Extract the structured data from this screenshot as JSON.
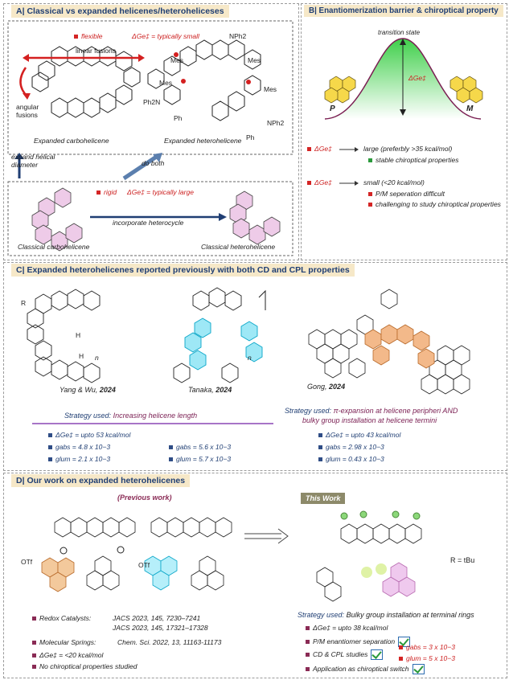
{
  "panelA": {
    "header": "A| Classical vs expanded helicenes/heteroheliceses",
    "flexible": "flexible",
    "dG_small": "ΔGe‡ = typically small",
    "linear": "linear fusions",
    "angular": "angular fusions",
    "nph2_top": "NPh2",
    "nph2_right": "NPh2",
    "ph2n": "Ph2N",
    "mes1": "Mes",
    "mes2": "Mes",
    "mes3": "Mes",
    "mes4": "Mes",
    "ph1": "Ph",
    "ph2": "Ph",
    "expanded_carbo": "Expanded carbohelicene",
    "expanded_hetero": "Expanded heterohelicene",
    "expand_diam": "expand helical diameter",
    "do_both": "do both",
    "rigid": "rigid",
    "dG_large": "ΔGe‡ = typically large",
    "incorporate": "incorporate heterocycle",
    "classical_carbo": "Classical carbohelicene",
    "classical_hetero": "Classical heterohelicene"
  },
  "panelB": {
    "header": "B| Enantiomerization barrier & chiroptical property",
    "transition": "transition state",
    "dG": "ΔGe‡",
    "P": "P",
    "M": "M",
    "row1_dG": "ΔGe‡",
    "row1_text": "large (preferbly >35 kcal/mol)",
    "row1_b1": "stable chiroptical properties",
    "row2_dG": "ΔGe‡",
    "row2_text": "small (<20 kcal/mol)",
    "row2_b1": "P/M seperation difficult",
    "row2_b2": "challenging to study chiroptical properties"
  },
  "panelC": {
    "header": "C| Expanded heterohelicenes reported previously with both CD and CPL properties",
    "yang": "Yang & Wu,",
    "yang_year": "2024",
    "tanaka": "Tanaka,",
    "tanaka_year": "2024",
    "gong": "Gong,",
    "gong_year": "2024",
    "strategy1_label": "Strategy used:",
    "strategy1": "Increasing helicene length",
    "strategy2_label": "Strategy used:",
    "strategy2a": "π-expansion at helicene peripheri AND",
    "strategy2b": "bulky group installation at helicene termini",
    "c1_dG": "ΔGe‡ = upto 53 kcal/mol",
    "c1_gabs": "gabs = 4.8 x 10−3",
    "c1_glum": "glum = 2.1 x 10−3",
    "c2_gabs": "gabs = 5.6 x 10−3",
    "c2_glum": "glum = 5.7 x 10−3",
    "c3_dG": "ΔGe‡ = upto 43 kcal/mol",
    "c3_gabs": "gabs = 2.98 x 10−3",
    "c3_glum": "glum = 0.43 x 10−3",
    "R": "R",
    "n": "n",
    "H": "H"
  },
  "panelD": {
    "header": "D| Our work on expanded heterohelicenes",
    "previous": "(Previous work)",
    "this_work": "This Work",
    "otf1": "OTf",
    "otf2": "OTf",
    "R_tbu": "R = tBu",
    "redox": "Redox Catalysts:",
    "jacs1": "JACS 2023, 145, 7230–7241",
    "jacs2": "JACS 2023, 145, 17321–17328",
    "springs": "Molecular Springs:",
    "chemsci": "Chem. Sci. 2022, 13, 11163-11173",
    "dG_prev": "ΔGe‡ = <20 kcal/mol",
    "no_chir": "No chiroptical properties studied",
    "strategy_label": "Strategy used:",
    "strategy": "Bulky group installation at terminal rings",
    "dG_new": "ΔGe‡ = upto 38 kcal/mol",
    "sep": "P/M enantiomer separation",
    "cdcpl": "CD & CPL studies",
    "gabs": "gabs = 3 x 10−3",
    "glum": "glum = 5 x 10−3",
    "switch": "Application as chiroptical switch"
  },
  "colors": {
    "header_bg": "#f6e8c8",
    "navy": "#1f3e73",
    "red": "#cc1e1e",
    "green": "#2b9a3c",
    "pink": "#e8a6d8",
    "cyan": "#22c6e6",
    "orange": "#f3a560"
  }
}
